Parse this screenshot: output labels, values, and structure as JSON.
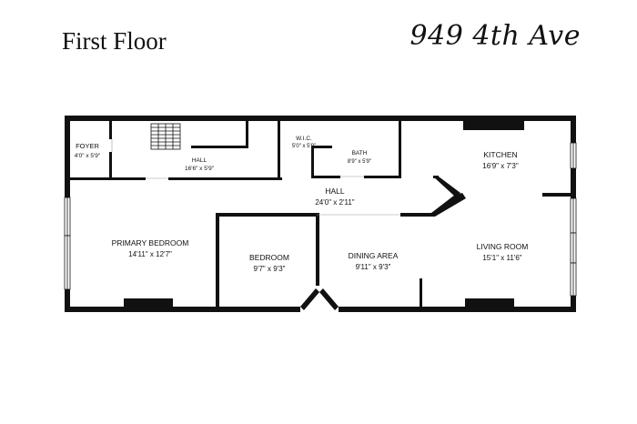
{
  "header": {
    "title": "First Floor",
    "address": "949 4th Ave"
  },
  "rooms": {
    "foyer": {
      "name": "FOYER",
      "dims": "4'0\" x 5'9\""
    },
    "hall_upper": {
      "name": "HALL",
      "dims": "16'6\" x 5'9\""
    },
    "wic": {
      "name": "W.I.C.",
      "dims": "5'0\" x 5'9\""
    },
    "bath": {
      "name": "BATH",
      "dims": "8'9\" x 5'9\""
    },
    "kitchen": {
      "name": "KITCHEN",
      "dims": "16'9\" x 7'3\""
    },
    "hall_center": {
      "name": "HALL",
      "dims": "24'0\" x 2'11\""
    },
    "primary_bedroom": {
      "name": "PRIMARY BEDROOM",
      "dims": "14'11\" x 12'7\""
    },
    "bedroom": {
      "name": "BEDROOM",
      "dims": "9'7\" x 9'3\""
    },
    "dining_area": {
      "name": "DINING AREA",
      "dims": "9'11\" x 9'3\""
    },
    "living_room": {
      "name": "LIVING ROOM",
      "dims": "15'1\" x 11'6\""
    }
  }
}
